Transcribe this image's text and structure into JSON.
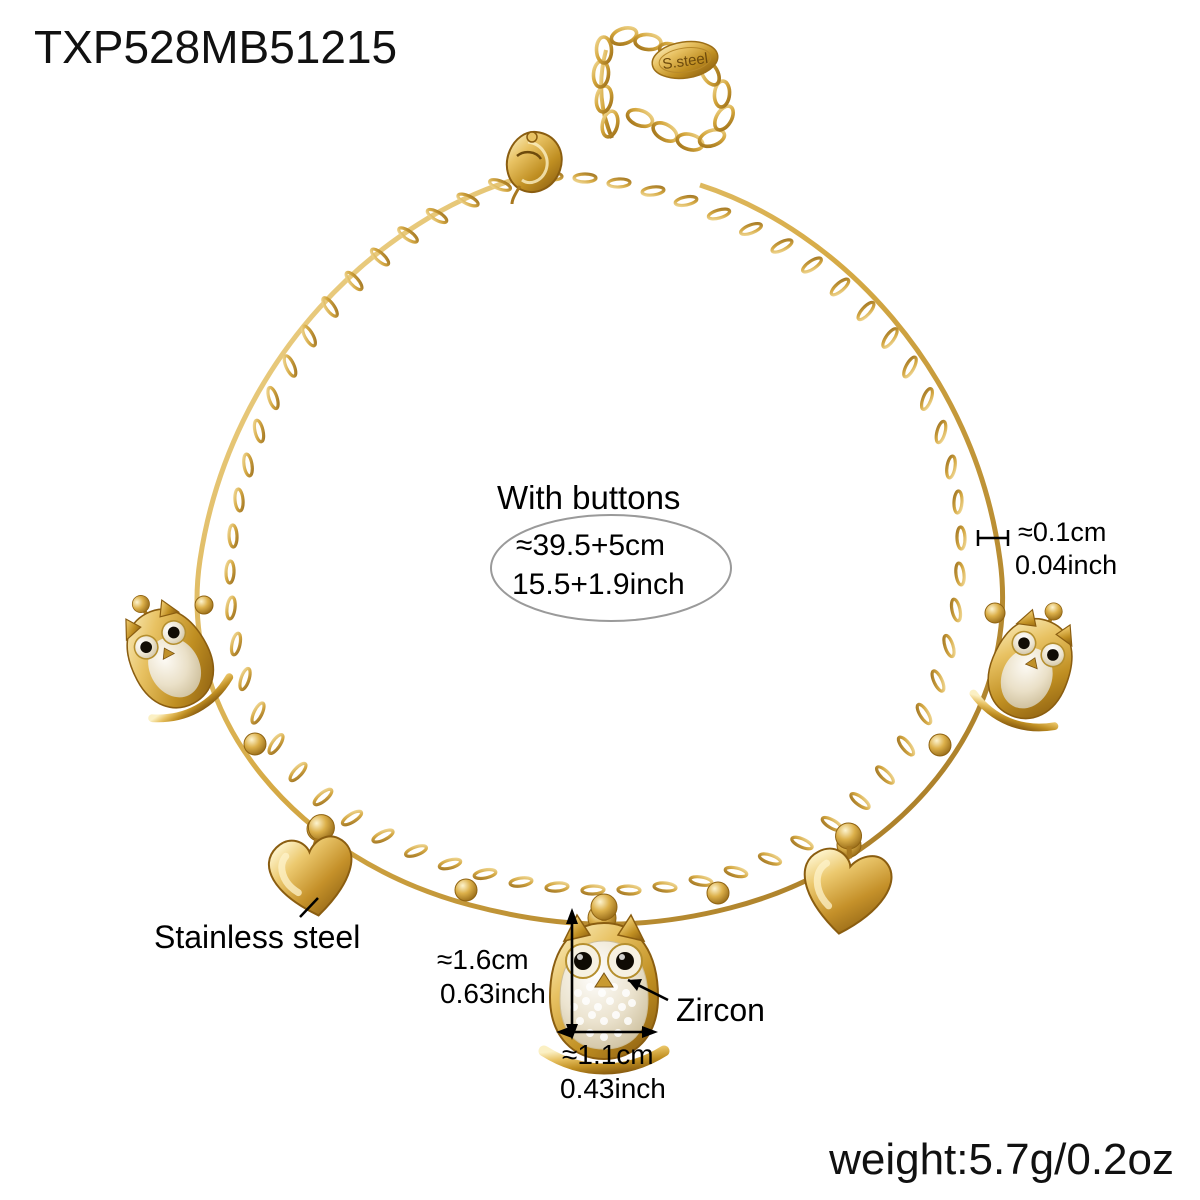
{
  "product": {
    "sku": "TXP528MB51215",
    "weight_label": "weight:5.7g/0.2oz",
    "clasp_tag_text": "S.steel"
  },
  "annotations": {
    "length_title": "With buttons",
    "length_metric": "≈39.5+5cm",
    "length_imperial": "15.5+1.9inch",
    "thickness_metric": "≈0.1cm",
    "thickness_imperial": "0.04inch",
    "material_label": "Stainless steel",
    "stone_label": "Zircon",
    "charm_height_metric": "≈1.6cm",
    "charm_height_imperial": "0.63inch",
    "charm_width_metric": "≈1.1cm",
    "charm_width_imperial": "0.43inch"
  },
  "colors": {
    "gold_light": "#f3dd9a",
    "gold_mid": "#d8ab43",
    "gold_dark": "#a8781f",
    "gold_deep": "#8a5d10",
    "background": "#ffffff",
    "text": "#000000",
    "zircon": "#efe8d6",
    "eye": "#1a1208"
  }
}
